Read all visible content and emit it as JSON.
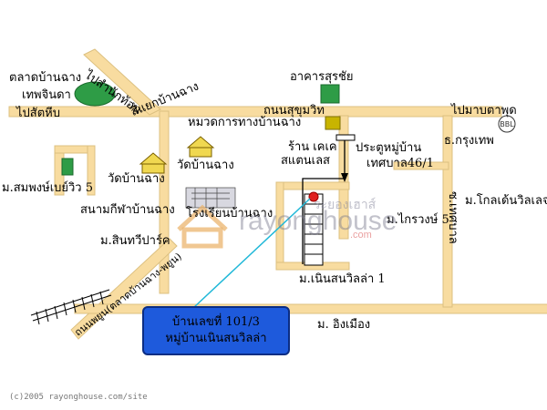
{
  "labels": {
    "market": "ตลาดบ้านฉาง",
    "thephinda": "เทพจินดา",
    "to_sattahip": "ไปสัตหีบ",
    "to_samnak_thon": "ไปสำนักท้อน",
    "intersection": "สี่แยกบ้านฉาง",
    "highway_district": "หมวดการทางบ้านฉาง",
    "sukhumvit_road": "ถนนสุขุมวิท",
    "building_surachai": "อาคารสุรชัย",
    "to_map_ta_phut": "ไปมาบตาพุด",
    "shop": "ร้าน เคเค",
    "stainless": "สแตนเลส",
    "gate": "ประตูหมู่บ้าน",
    "municipality": "เทศบาล46/1",
    "krungthep_bank": "ธ.กรุงเทพ",
    "somphong": "ม.สมพงษ์เบย์วิว 5",
    "wat_ban_chang_1": "วัดบ้านฉาง",
    "wat_ban_chang_2": "วัดบ้านฉาง",
    "school": "โรงเรียนบ้านฉาง",
    "stadium": "สนามกีฬาบ้านฉาง",
    "sinthawee": "ม.สินทวีปาร์ค",
    "klongton": "ม.โกลเด้นวิลเลจ",
    "kraiwong": "ม.ไกรวงษ์ 5",
    "soi_tessaban": "ซ.เทศบาล",
    "noen_villa": "ม.เนินสนวิลล่า 1",
    "ing_mueang": "ม. อิงเมือง",
    "phayoon_road": "ถนนพยูน(ตลาดบ้านฉาง-พยูน)"
  },
  "callout": {
    "line1": "บ้านเลขที่ 101/3",
    "line2": "หมู่บ้านเนินสนวิลล่า"
  },
  "watermark": {
    "thai": "ระยองเฮาส์",
    "brand": "rayonghouse",
    "domain": ".com"
  },
  "copyright": "(c)2005 rayonghouse.com/site",
  "colors": {
    "road": "#f8dca0",
    "road_edge": "#dcc080",
    "tree": "#2e9c46",
    "building_green": "#2e9c46",
    "shop_yellow": "#c8b400",
    "temple": "#f0d850",
    "callout": "#1e5adc",
    "pointer": "#20b8d8",
    "destination": "#e02020"
  }
}
